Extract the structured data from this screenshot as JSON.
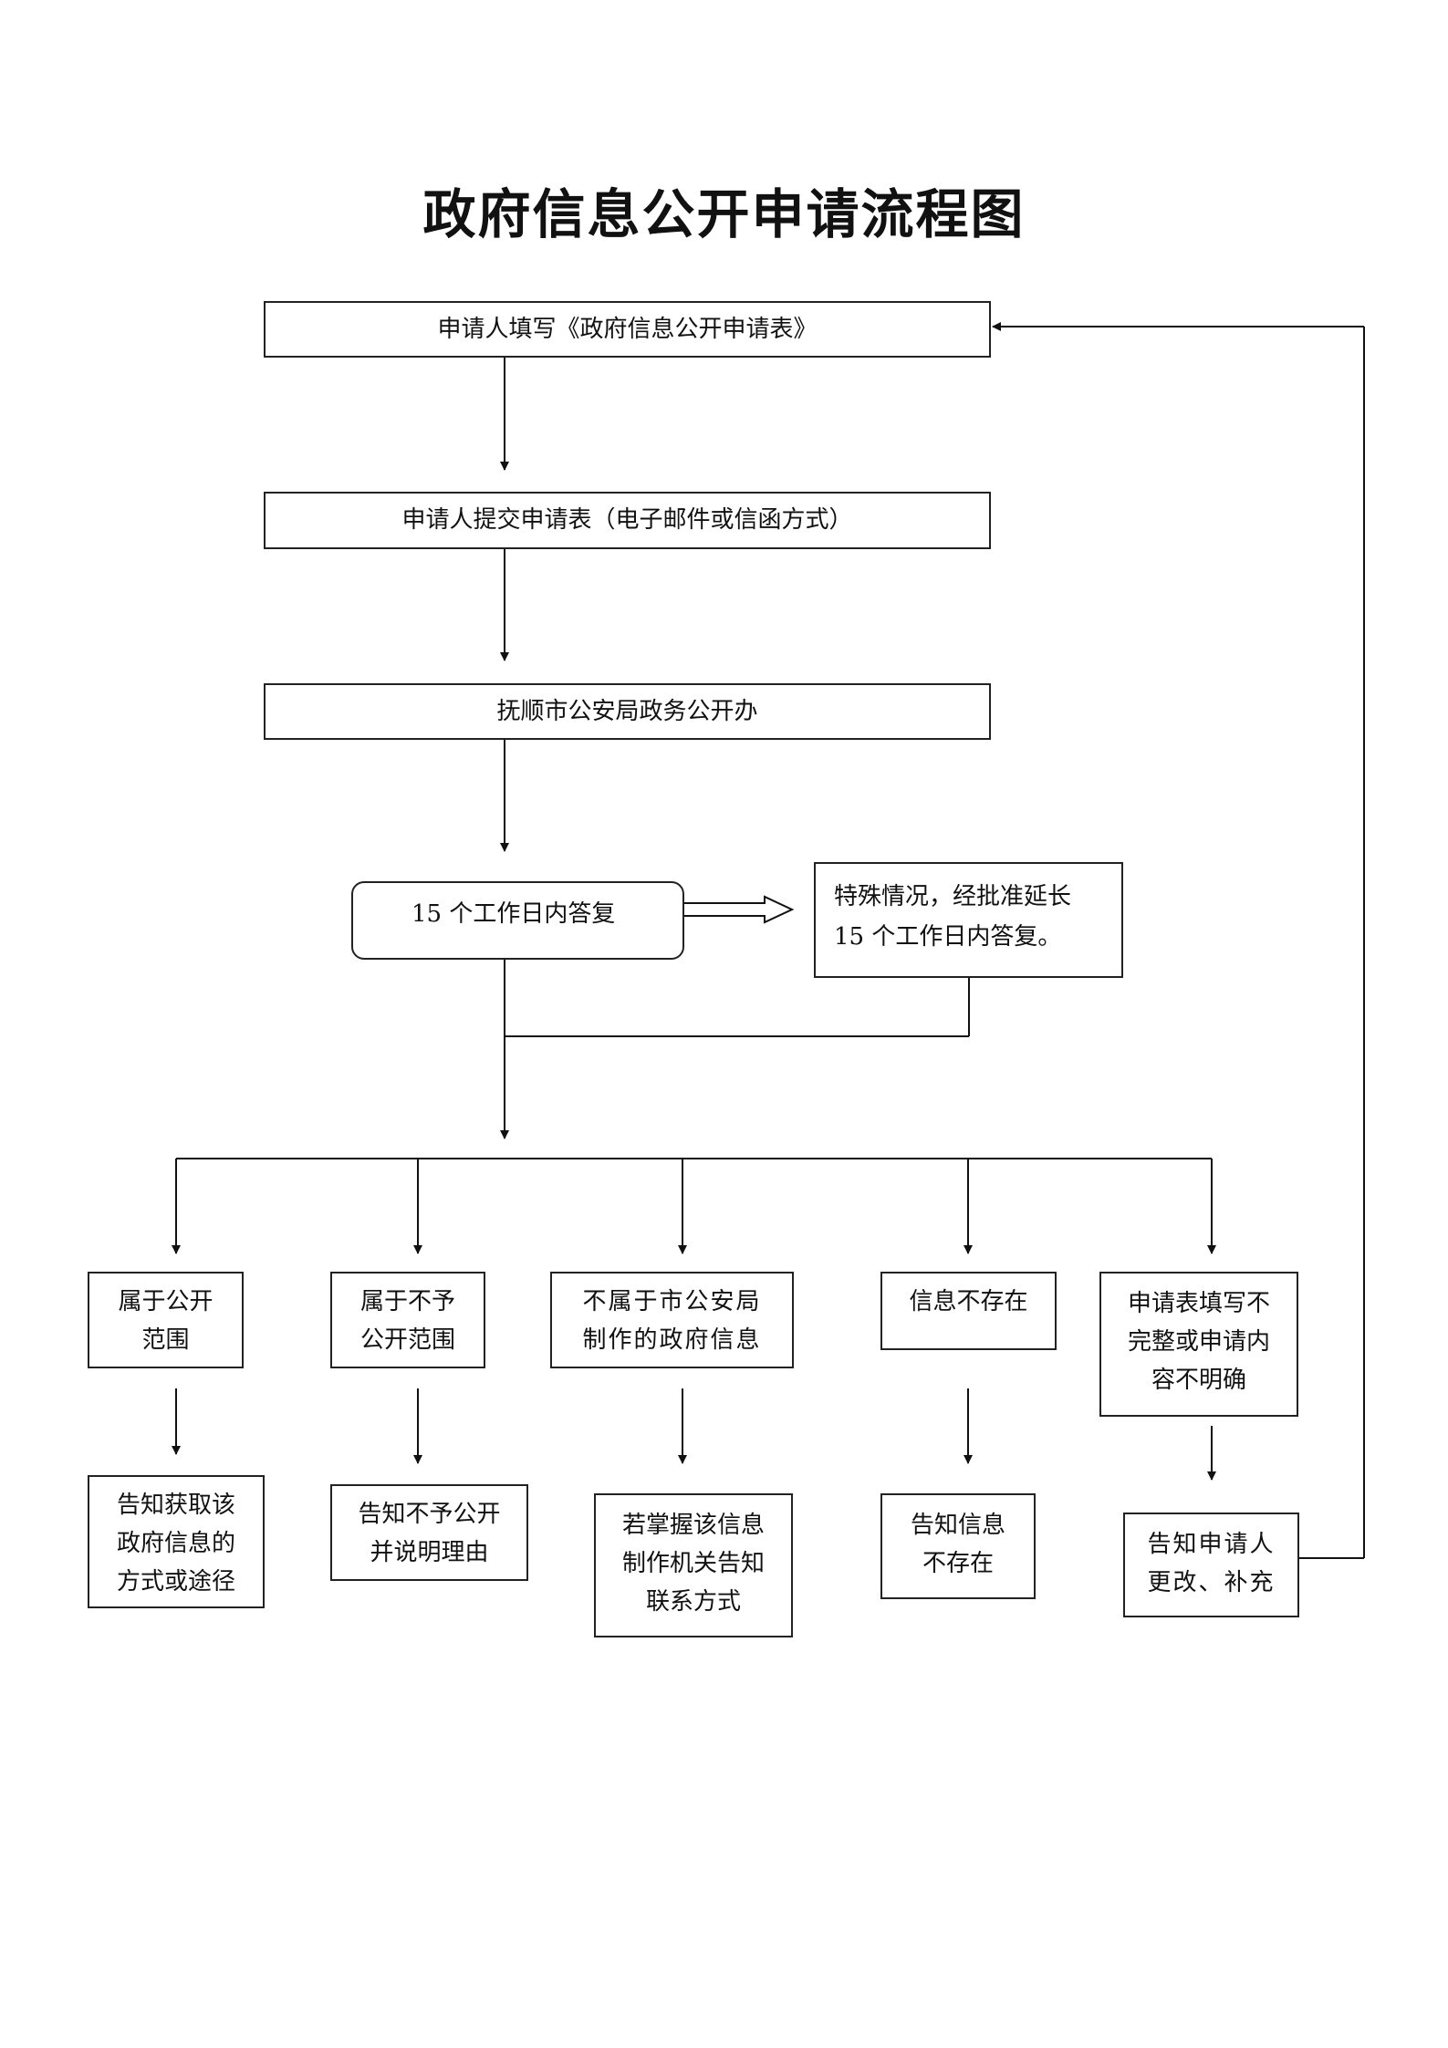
{
  "title": "政府信息公开申请流程图",
  "steps": {
    "fill_form": "申请人填写《政府信息公开申请表》",
    "submit": "申请人提交申请表（电子邮件或信函方式）",
    "office": "抚顺市公安局政务公开办",
    "reply_15": "15 个工作日内答复",
    "extension": "特殊情况，经批准延长\n15 个工作日内答复。"
  },
  "categories": [
    {
      "label": "属于公开\n范围",
      "result": "告知获取该\n政府信息的\n方式或途径"
    },
    {
      "label": "属于不予\n公开范围",
      "result": "告知不予公开\n并说明理由"
    },
    {
      "label": "不属于市公安局\n制作的政府信息",
      "result": "若掌握该信息\n制作机关告知\n联系方式"
    },
    {
      "label": "信息不存在",
      "result": "告知信息\n不存在"
    },
    {
      "label": "申请表填写不\n完整或申请内\n容不明确",
      "result": "告知申请人\n更改、补充"
    }
  ]
}
